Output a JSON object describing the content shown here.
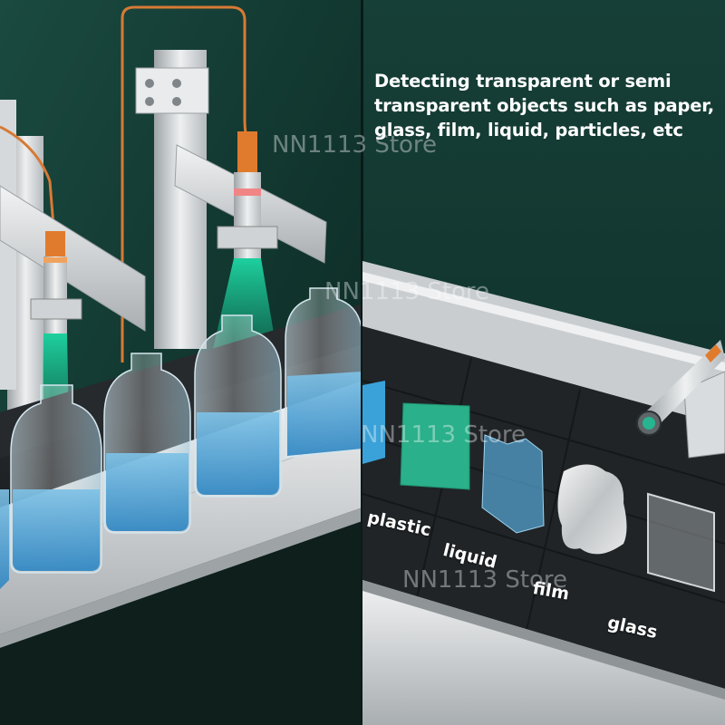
{
  "caption": "Detecting transparent or semi transparent objects such as paper, glass, film, liquid, particles, etc",
  "watermark": "NN1113 Store",
  "labels": {
    "plastic": "plastic",
    "liquid": "liquid",
    "film": "film",
    "glass": "glass"
  },
  "colors": {
    "background": "#10312c",
    "sensor_beam": "#18c999",
    "cable": "#d77a35",
    "water": "#4aa6d8",
    "green_sample": "#2ab08a"
  }
}
